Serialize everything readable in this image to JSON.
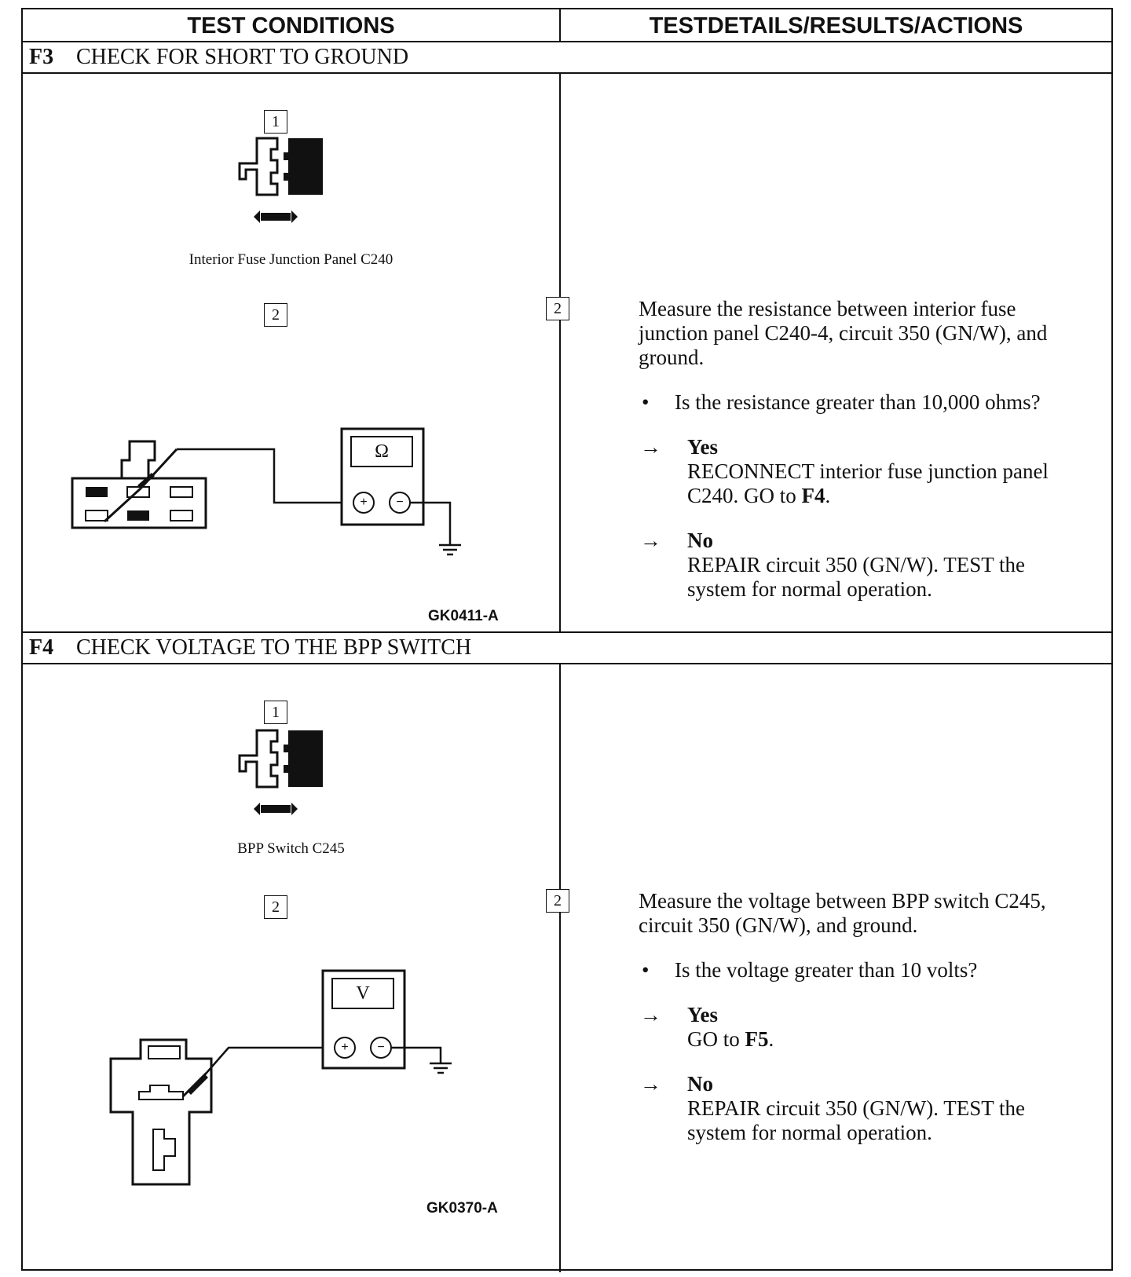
{
  "header": {
    "left": "TEST CONDITIONS",
    "right": "TESTDETAILS/RESULTS/ACTIONS"
  },
  "sections": [
    {
      "id": "F3",
      "title": "CHECK FOR SHORT TO GROUND",
      "step1_marker": "1",
      "step1_caption": "Interior Fuse Junction Panel C240",
      "step2_marker": "2",
      "meter_symbol": "Ω",
      "figure_code": "GK0411-A",
      "detail_marker": "2",
      "instruction": "Measure the resistance between interior fuse junction panel C240-4, circuit 350 (GN/W), and ground.",
      "question": "Is the resistance greater than 10,000 ohms?",
      "yes_label": "Yes",
      "yes_text_a": "RECONNECT interior fuse junction panel C240. GO to ",
      "yes_ref": "F4",
      "yes_text_b": ".",
      "no_label": "No",
      "no_text": "REPAIR circuit 350 (GN/W). TEST the system for normal operation."
    },
    {
      "id": "F4",
      "title": "CHECK VOLTAGE TO THE BPP SWITCH",
      "step1_marker": "1",
      "step1_caption": "BPP Switch C245",
      "step2_marker": "2",
      "meter_symbol": "V",
      "figure_code": "GK0370-A",
      "detail_marker": "2",
      "instruction": "Measure the voltage between BPP switch C245, circuit 350 (GN/W), and ground.",
      "question": "Is the voltage greater than 10 volts?",
      "yes_label": "Yes",
      "yes_text_a": "GO to ",
      "yes_ref": "F5",
      "yes_text_b": ".",
      "no_label": "No",
      "no_text": "REPAIR circuit 350 (GN/W). TEST the system for normal operation."
    }
  ],
  "symbols": {
    "arrow": "→",
    "plus": "+",
    "minus": "−"
  }
}
